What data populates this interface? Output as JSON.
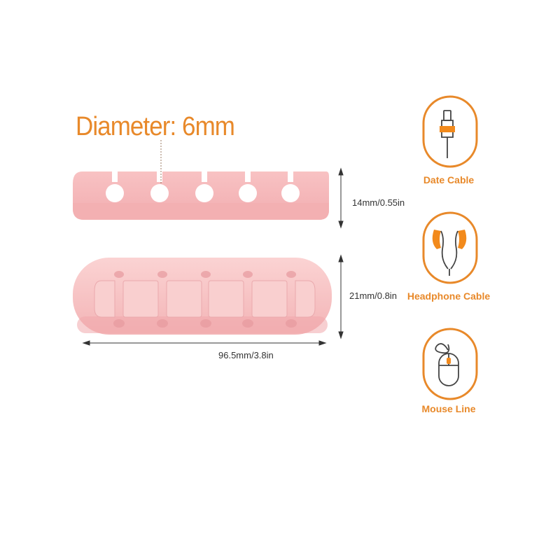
{
  "product": {
    "diameter_label": "Diameter: 6mm",
    "height_label": "14mm/0.55in",
    "depth_label": "21mm/0.8in",
    "width_label": "96.5mm/3.8in",
    "body_color": "#f8c6c6",
    "accent_color": "#e8892a"
  },
  "features": [
    {
      "icon": "data-cable-icon",
      "label": "Date Cable"
    },
    {
      "icon": "headphone-icon",
      "label": "Headphone Cable"
    },
    {
      "icon": "mouse-icon",
      "label": "Mouse Line"
    }
  ]
}
